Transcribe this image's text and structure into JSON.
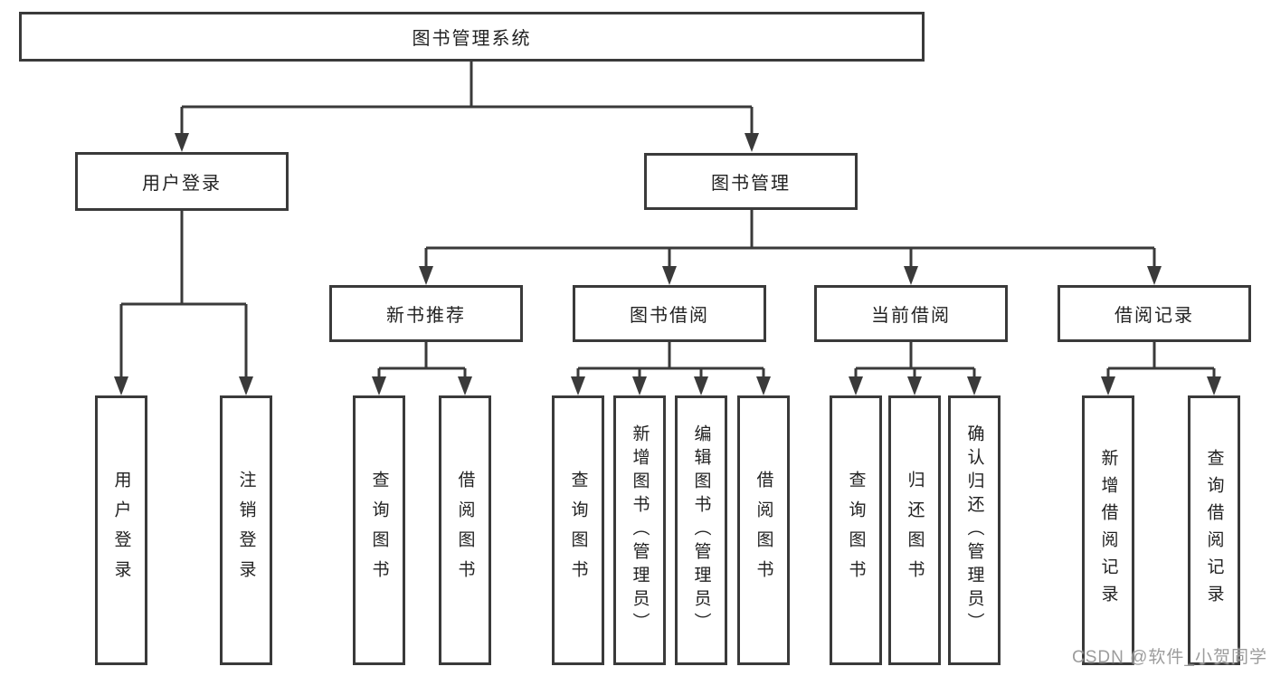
{
  "colors": {
    "line": "#3a3a3a",
    "box_border": "#3a3a3a",
    "text": "#222222",
    "watermark": "#949494",
    "background": "#ffffff"
  },
  "title": {
    "label": "图书管理系统"
  },
  "branches": {
    "user": {
      "label": "用户登录",
      "children": [
        "用户登录",
        "注销登录"
      ]
    },
    "book": {
      "label": "图书管理",
      "modules": [
        {
          "label": "新书推荐",
          "children": [
            "查询图书",
            "借阅图书"
          ]
        },
        {
          "label": "图书借阅",
          "children": [
            "查询图书",
            "新增图书（管理员）",
            "编辑图书（管理员）",
            "借阅图书"
          ]
        },
        {
          "label": "当前借阅",
          "children": [
            "查询图书",
            "归还图书",
            "确认归还（管理员）"
          ]
        },
        {
          "label": "借阅记录",
          "children": [
            "新增借阅记录",
            "查询借阅记录"
          ]
        }
      ]
    }
  },
  "watermark": {
    "text": "CSDN @软件_小贺同学"
  }
}
